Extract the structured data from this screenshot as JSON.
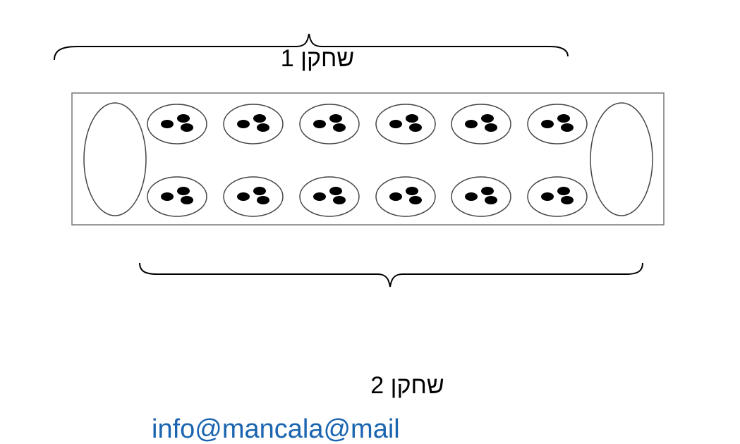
{
  "player_top": {
    "label": "שחקן 1"
  },
  "player_bottom": {
    "label": "שחקן 2"
  },
  "board": {
    "rows": 2,
    "pits_per_row": 6,
    "seeds_per_pit": 3,
    "stores": 2
  },
  "colors": {
    "line": "#555555",
    "seed": "#000000",
    "bracket": "#000000",
    "cut_text": "#1a64b0"
  },
  "cut_off_text": "info@mancala@mail"
}
